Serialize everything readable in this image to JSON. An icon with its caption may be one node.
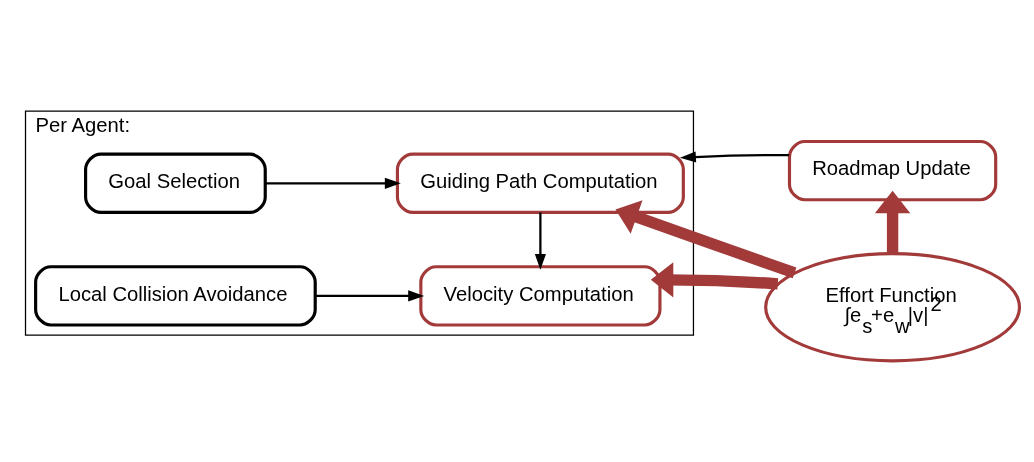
{
  "diagram": {
    "nodes": [
      {
        "text": [
          "Per Agent:"
        ]
      },
      {
        "text": [
          "Goal Selection"
        ],
        "in": 0
      },
      {
        "text": [
          "Guiding Path Computation"
        ],
        "in": 0
      },
      {
        "text": [
          "Local Collision Avoidance"
        ],
        "in": 0
      },
      {
        "text": [
          "Velocity Computation"
        ],
        "in": 0
      },
      {
        "text": [
          "Roadmap Update"
        ]
      },
      {
        "text": [
          "Effort Function",
          "∫e$_{s}$+e$_{w}$|v|$^{2}$"
        ]
      }
    ],
    "edges": [
      {
        "from": 1,
        "to": 2,
        "arrow": "to"
      },
      {
        "from": 5,
        "to": 2,
        "arrow": "to"
      },
      {
        "from": 2,
        "to": 4,
        "arrow": "to"
      },
      {
        "from": 3,
        "to": 4,
        "arrow": "to"
      },
      {
        "from": 6,
        "to": 2,
        "arrow": "to",
        "style": "thick",
        "color": "#a33a3a"
      },
      {
        "from": 6,
        "to": 5,
        "arrow": "to",
        "style": "thick",
        "color": "#a33a3a"
      },
      {
        "from": 6,
        "to": 4,
        "arrow": "to",
        "style": "thick",
        "color": "#a33a3a"
      }
    ]
  }
}
